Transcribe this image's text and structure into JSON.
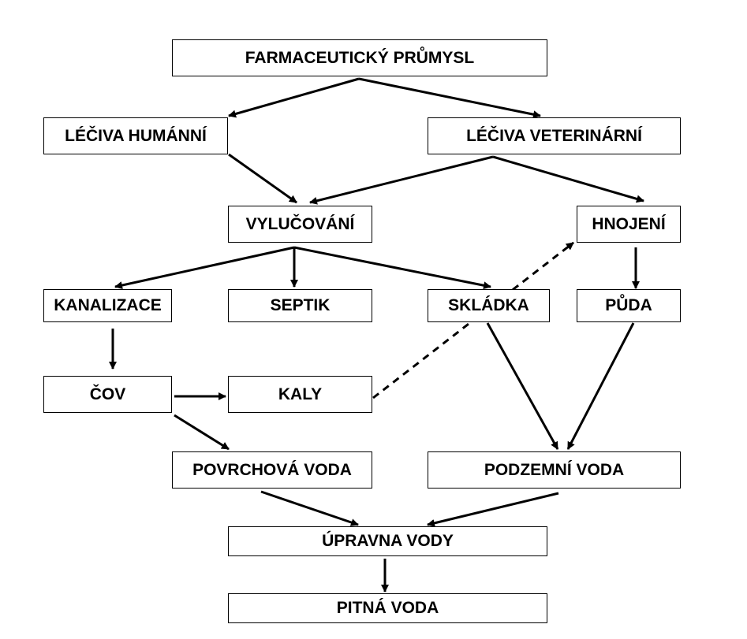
{
  "diagram": {
    "nodes": {
      "farmaceuticky_prumysl": "FARMACEUTICKÝ PRŮMYSL",
      "leciva_humanni": "LÉČIVA HUMÁNNÍ",
      "leciva_veterinarni": "LÉČIVA VETERINÁRNÍ",
      "vylucovani": "VYLUČOVÁNÍ",
      "hnojeni": "HNOJENÍ",
      "kanalizace": "KANALIZACE",
      "septik": "SEPTIK",
      "skladka": "SKLÁDKA",
      "puda": "PŮDA",
      "cov": "ČOV",
      "kaly": "KALY",
      "povrchova_voda": "POVRCHOVÁ VODA",
      "podzemni_voda": "PODZEMNÍ VODA",
      "upravna_vody": "ÚPRAVNA VODY",
      "pitna_voda": "PITNÁ VODA"
    },
    "edges": [
      {
        "from": "farmaceuticky_prumysl",
        "to": "leciva_humanni",
        "style": "solid"
      },
      {
        "from": "farmaceuticky_prumysl",
        "to": "leciva_veterinarni",
        "style": "solid"
      },
      {
        "from": "leciva_humanni",
        "to": "vylucovani",
        "style": "solid"
      },
      {
        "from": "leciva_veterinarni",
        "to": "vylucovani",
        "style": "solid"
      },
      {
        "from": "leciva_veterinarni",
        "to": "hnojeni",
        "style": "solid"
      },
      {
        "from": "vylucovani",
        "to": "kanalizace",
        "style": "solid"
      },
      {
        "from": "vylucovani",
        "to": "septik",
        "style": "solid"
      },
      {
        "from": "vylucovani",
        "to": "skladka",
        "style": "solid"
      },
      {
        "from": "hnojeni",
        "to": "puda",
        "style": "solid"
      },
      {
        "from": "kanalizace",
        "to": "cov",
        "style": "solid"
      },
      {
        "from": "cov",
        "to": "kaly",
        "style": "solid"
      },
      {
        "from": "kaly",
        "to": "hnojeni",
        "style": "dashed"
      },
      {
        "from": "cov",
        "to": "povrchova_voda",
        "style": "solid"
      },
      {
        "from": "skladka",
        "to": "podzemni_voda",
        "style": "solid"
      },
      {
        "from": "puda",
        "to": "podzemni_voda",
        "style": "solid"
      },
      {
        "from": "povrchova_voda",
        "to": "upravna_vody",
        "style": "solid"
      },
      {
        "from": "podzemni_voda",
        "to": "upravna_vody",
        "style": "solid"
      },
      {
        "from": "upravna_vody",
        "to": "pitna_voda",
        "style": "solid"
      }
    ]
  }
}
